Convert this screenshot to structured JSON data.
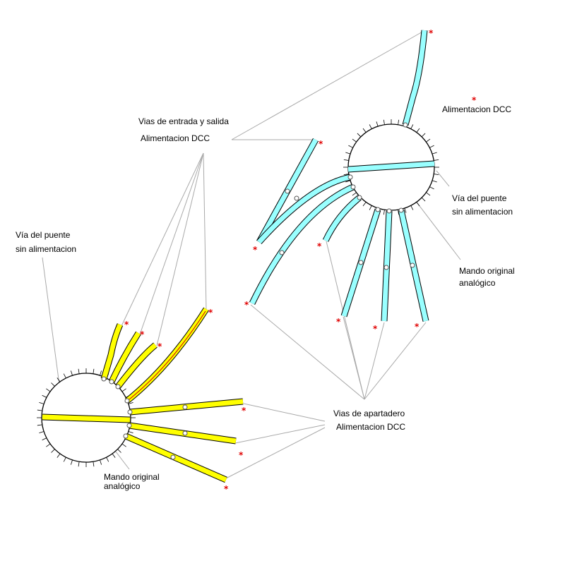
{
  "colors": {
    "yellow_track": "#ffff00",
    "cyan_track": "#99ffff",
    "red_rail": "#cc0000",
    "dcc_marker": "#e00000",
    "leader_line": "#a9a9a9"
  },
  "legend": {
    "marker_symbol": "*",
    "label": "Alimentacion DCC"
  },
  "left_turntable": {
    "labels": {
      "entry_line1": "Vias de entrada y salida",
      "entry_line2": "Alimentacion DCC",
      "bridge_line1": "Vía del puente",
      "bridge_line2": "sin alimentacion",
      "control_line1": "Mando original",
      "control_line2": "analógico"
    }
  },
  "right_turntable": {
    "labels": {
      "bridge_line1": "Vía del puente",
      "bridge_line2": "sin alimentacion",
      "control_line1": "Mando original",
      "control_line2": "analógico"
    }
  },
  "siding_labels": {
    "line1": "Vias de apartadero",
    "line2": "Alimentacion DCC"
  },
  "marker": "*"
}
